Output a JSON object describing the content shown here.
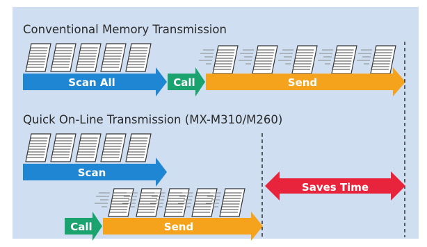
{
  "diagram": {
    "panel_color": "#cfdff1",
    "conventional": {
      "title": "Conventional Memory Transmission",
      "scan_label": "Scan All",
      "call_label": "Call",
      "send_label": "Send"
    },
    "quick": {
      "title": "Quick On-Line Transmission (MX-M310/M260)",
      "scan_label": "Scan",
      "call_label": "Call",
      "send_label": "Send",
      "saves_label": "Saves Time"
    },
    "colors": {
      "scan": "#1f86d3",
      "call": "#1aa36e",
      "send": "#f5a31d",
      "saves": "#e8243c",
      "page_fill": "#ffffff",
      "page_stroke": "#333333"
    },
    "icons": {
      "stacked_page": "document-page-icon",
      "moving_page": "sending-page-icon"
    }
  }
}
